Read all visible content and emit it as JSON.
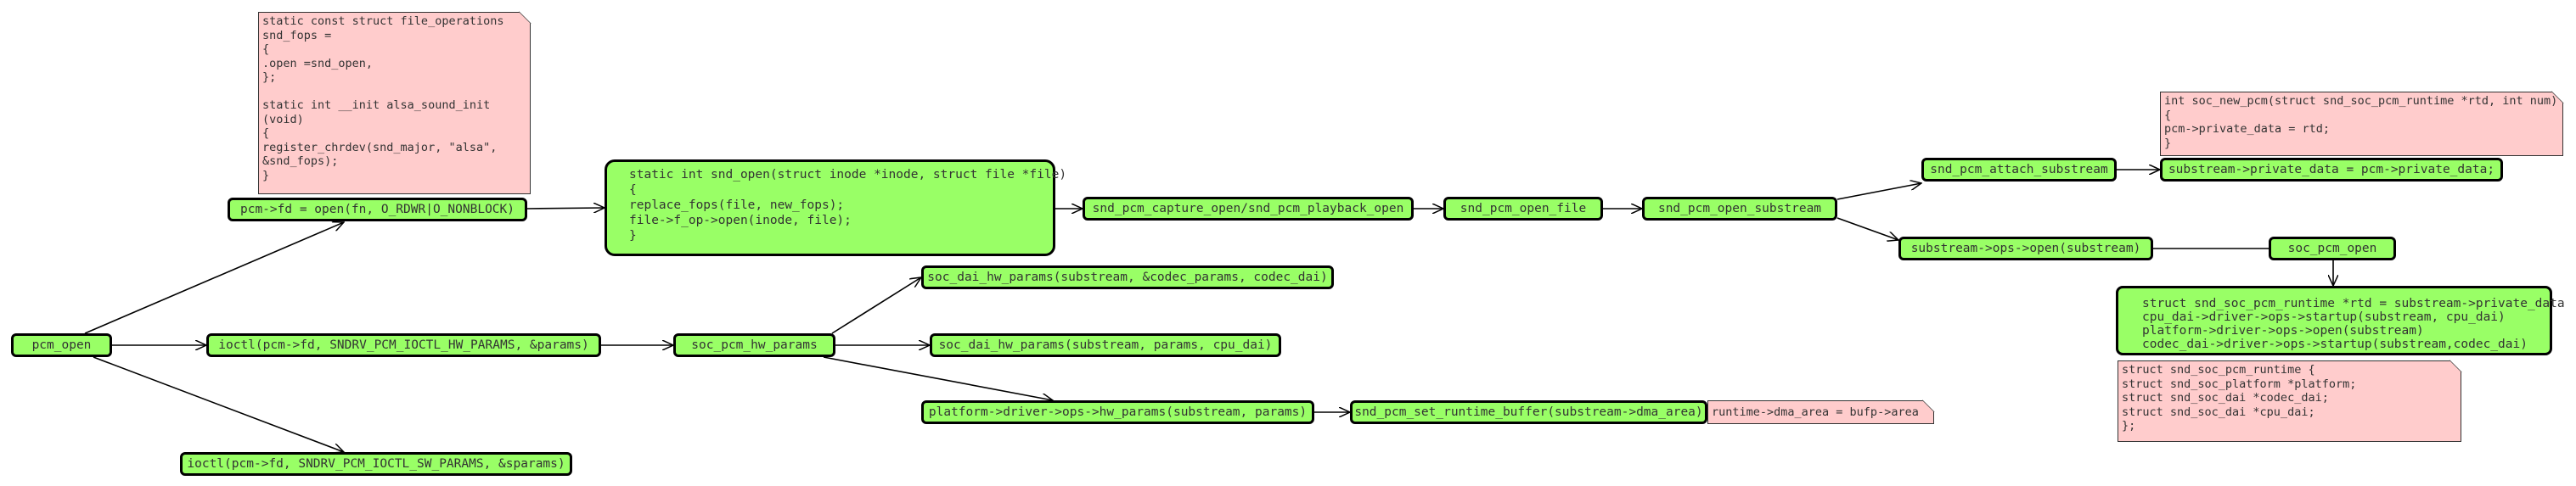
{
  "nodes": {
    "pcm_open": "pcm_open",
    "open_call": "pcm->fd = open(fn, O_RDWR|O_NONBLOCK)",
    "ioctl_hw": "ioctl(pcm->fd, SNDRV_PCM_IOCTL_HW_PARAMS, &params)",
    "ioctl_sw": "ioctl(pcm->fd, SNDRV_PCM_IOCTL_SW_PARAMS, &sparams)",
    "snd_open": "static int snd_open(struct inode *inode, struct file *file)\n{\nreplace_fops(file, new_fops);\nfile->f_op->open(inode, file);\n}",
    "soc_pcm_hw_params": "soc_pcm_hw_params",
    "codec_hw_params": "soc_dai_hw_params(substream, &codec_params, codec_dai)",
    "cpu_hw_params": "soc_dai_hw_params(substream, params, cpu_dai)",
    "platform_hw_params": "platform->driver->ops->hw_params(substream, params)",
    "set_runtime_buffer": "snd_pcm_set_runtime_buffer(substream->dma_area)",
    "capture_playback_open": "snd_pcm_capture_open/snd_pcm_playback_open",
    "snd_pcm_open_file": "snd_pcm_open_file",
    "snd_pcm_open_substream": "snd_pcm_open_substream",
    "snd_pcm_attach_substream": "snd_pcm_attach_substream",
    "private_data_assign": "substream->private_data = pcm->private_data;",
    "substream_ops_open": "substream->ops->open(substream)",
    "soc_pcm_open": "soc_pcm_open",
    "soc_pcm_open_body": "struct snd_soc_pcm_runtime *rtd = substream->private_data\ncpu_dai->driver->ops->startup(substream, cpu_dai)\nplatform->driver->ops->open(substream)\ncodec_dai->driver->ops->startup(substream,codec_dai)"
  },
  "notes": {
    "file_operations": "static const struct file_operations\nsnd_fops =\n{\n.open =snd_open,\n};\n\nstatic int __init alsa_sound_init\n(void)\n{\nregister_chrdev(snd_major, \"alsa\",\n&snd_fops);\n}",
    "dma_area": "runtime->dma_area = bufp->area",
    "soc_new_pcm": "int soc_new_pcm(struct snd_soc_pcm_runtime *rtd, int num)\n{\npcm->private_data = rtd;\n}",
    "runtime_struct": "struct snd_soc_pcm_runtime {\nstruct snd_soc_platform *platform;\nstruct snd_soc_dai *codec_dai;\nstruct snd_soc_dai *cpu_dai;\n};"
  }
}
